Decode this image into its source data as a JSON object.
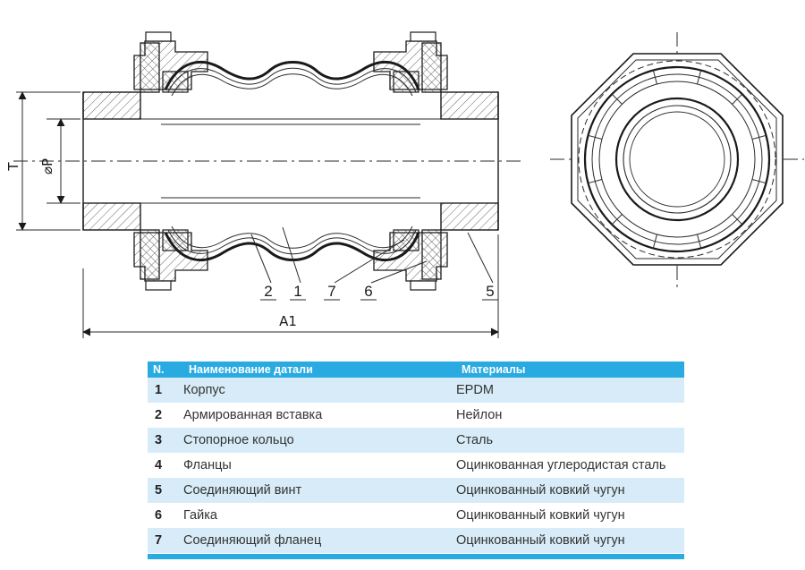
{
  "drawing": {
    "dim_t": "T",
    "dim_p": "⌀P",
    "dim_a1": "A1",
    "callouts": [
      "2",
      "1",
      "7",
      "6",
      "5"
    ]
  },
  "table": {
    "header": {
      "n": "N.",
      "name": "Наименование датали",
      "material": "Материалы"
    },
    "rows": [
      {
        "n": "1",
        "name": "Корпус",
        "material": "EPDM"
      },
      {
        "n": "2",
        "name": "Армированная вставка",
        "material": "Нейлон"
      },
      {
        "n": "3",
        "name": "Стопорное кольцо",
        "material": "Сталь"
      },
      {
        "n": "4",
        "name": "Фланцы",
        "material": "Оцинкованная углеродистая сталь"
      },
      {
        "n": "5",
        "name": "Соединяющий винт",
        "material": "Оцинкованный ковкий чугун"
      },
      {
        "n": "6",
        "name": "Гайка",
        "material": "Оцинкованный ковкий чугун"
      },
      {
        "n": "7",
        "name": "Соединяющий фланец",
        "material": "Оцинкованный ковкий чугун"
      }
    ]
  },
  "colors": {
    "header_blue": "#29abe2",
    "row_blue": "#d7ecf8",
    "line": "#1a1a1a"
  }
}
